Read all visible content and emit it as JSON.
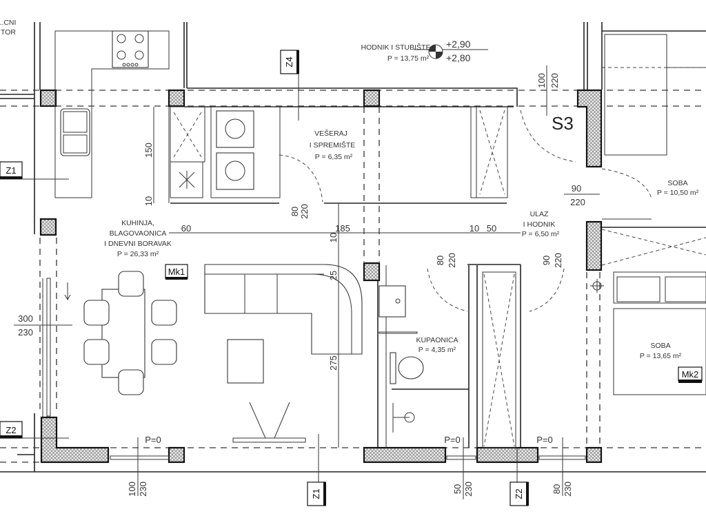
{
  "rooms": {
    "kitchen": {
      "line1": "KUHINJA,",
      "line2": "BLAGOVAONICA",
      "line3": "I DNEVNI BORAVAK",
      "area": "P = 26,33 m²"
    },
    "laundry": {
      "line1": "VEŠERAJ",
      "line2": "I SPREMIŠTE",
      "area": "P = 6,35 m²"
    },
    "hall_stairs": {
      "line1": "HODNIK I STUBIŠTE",
      "area": "P = 13,75 m²"
    },
    "entrance": {
      "line1": "ULAZ",
      "line2": "I HODNIK",
      "area": "P = 6,50 m²"
    },
    "bathroom": {
      "line1": "KUPAONICA",
      "area": "P = 4,35 m²"
    },
    "room1": {
      "line1": "SOBA",
      "area": "P = 10,50 m²"
    },
    "room2": {
      "line1": "SOBA",
      "area": "P = 13,65 m²"
    },
    "partial_top_left": {
      "line1": "...CNI",
      "line2": "TOR"
    }
  },
  "elevations": {
    "upper": "+2,90",
    "lower": "+2,80"
  },
  "markers": {
    "z1_left": "Z1",
    "z4": "Z4",
    "z2_left": "Z2",
    "z1_bottom": "Z1",
    "z2_bottom": "Z2",
    "mk1": "Mk1",
    "mk2": "Mk2",
    "s3": "S3"
  },
  "dimensions": {
    "d150": "150",
    "d10a": "10",
    "d60": "60",
    "d185": "185",
    "d10b": "10",
    "d25": "25",
    "d275": "275",
    "d10c": "10",
    "d50": "50",
    "door_laundry": {
      "w": "80",
      "h": "220"
    },
    "door_entry_top": {
      "w": "100",
      "h": "220"
    },
    "door_room1": {
      "w": "90",
      "h": "220"
    },
    "door_bath": {
      "w": "80",
      "h": "220"
    },
    "door_room2": {
      "w": "90",
      "h": "220"
    },
    "window_left": {
      "w": "300",
      "h": "230"
    },
    "window_b1": {
      "w": "100",
      "h": "230"
    },
    "window_b2": {
      "w": "50",
      "h": "230"
    },
    "window_b3": {
      "w": "80",
      "h": "230"
    }
  },
  "parapets": {
    "p1": "P=0",
    "p2": "P=0",
    "p3": "P=0"
  }
}
